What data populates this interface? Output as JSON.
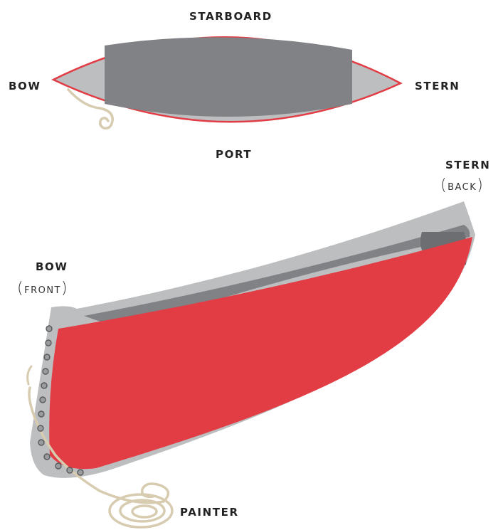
{
  "top_view": {
    "starboard": "STARBOARD",
    "port": "PORT",
    "bow": "BOW",
    "stern": "STERN"
  },
  "side_view": {
    "bow": "BOW",
    "bow_note": "FRONT",
    "stern": "STERN",
    "stern_note": "BACK",
    "painter": "PAINTER"
  },
  "colors": {
    "hull_red": "#E23C44",
    "interior_gray": "#808285",
    "gunwale_gray": "#BCBEC0",
    "rope": "#D7CBB0"
  }
}
